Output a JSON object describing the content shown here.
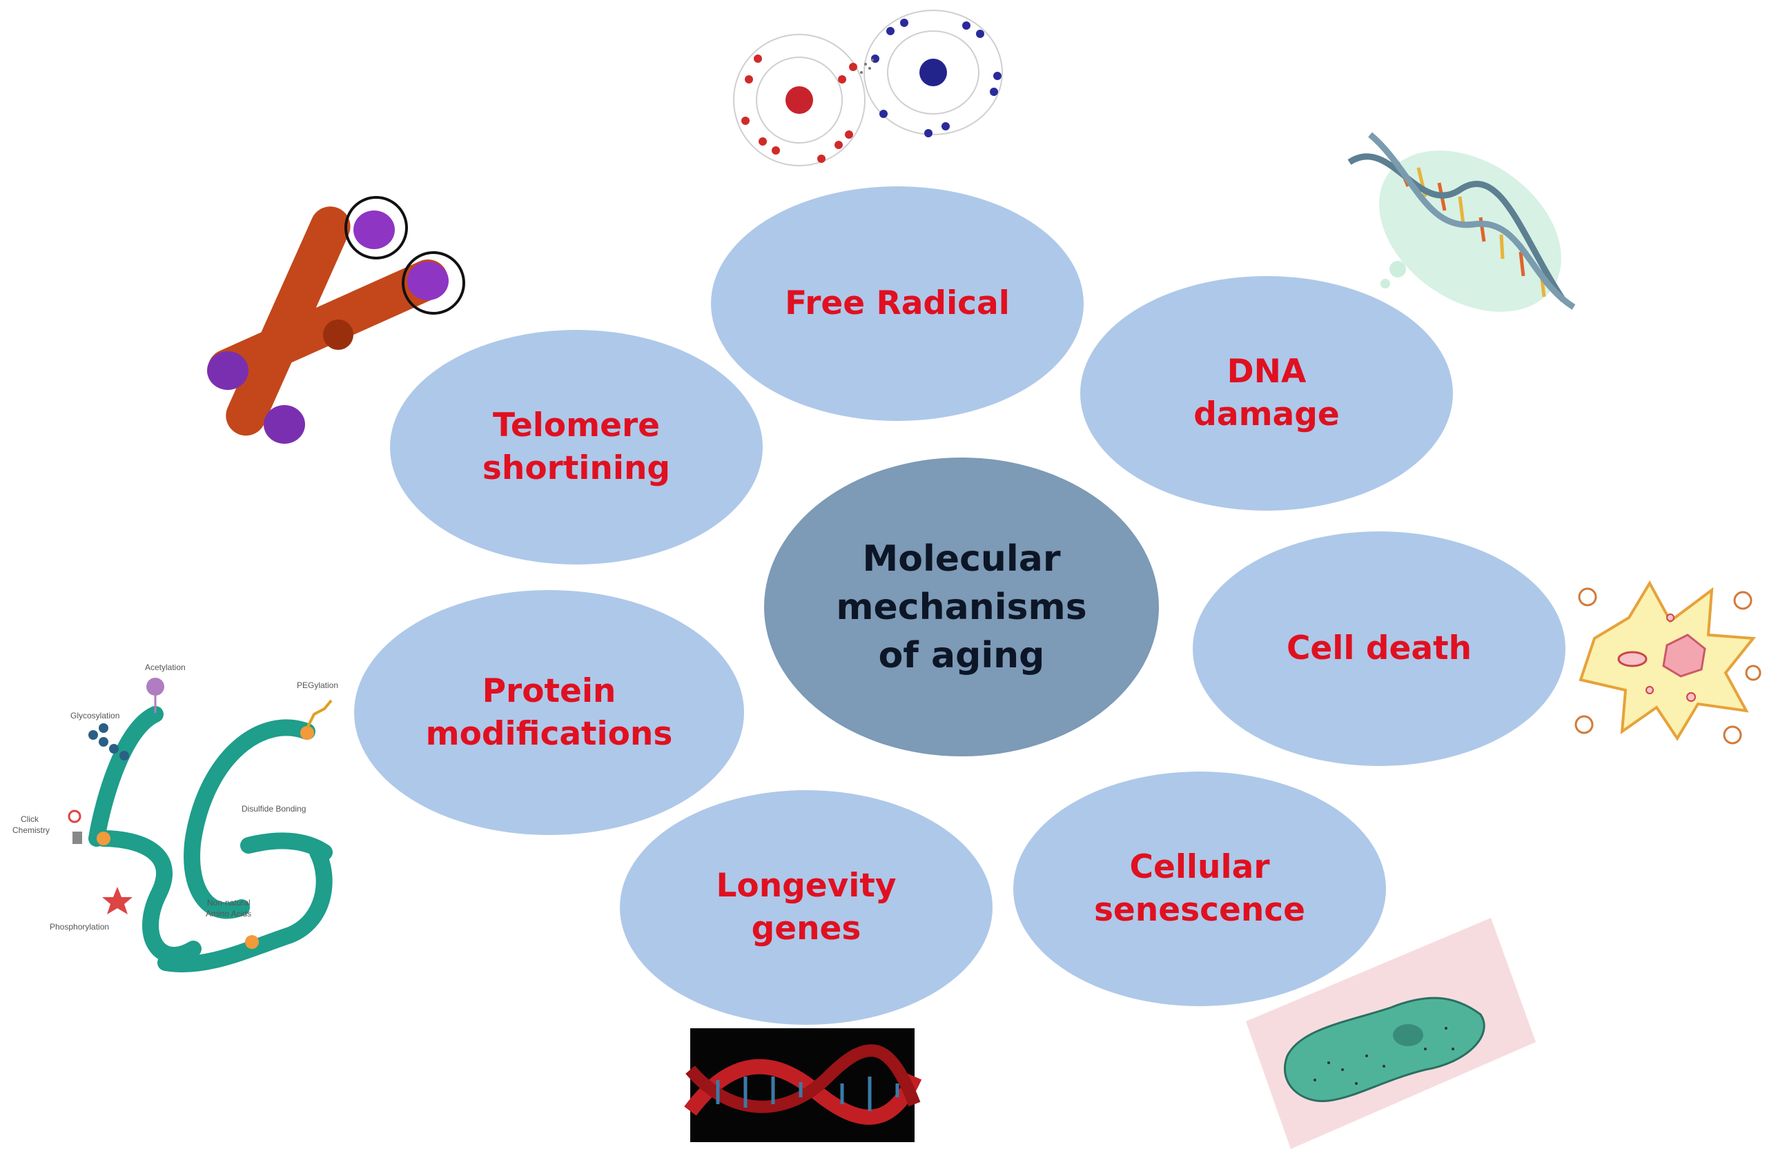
{
  "center": {
    "label": "Molecular\nmechanisms\nof aging",
    "color": "#7d9ab6"
  },
  "mechanisms": [
    {
      "id": "free-radical",
      "label": "Free Radical",
      "icon": "atoms-icon"
    },
    {
      "id": "dna-damage",
      "label": "DNA\ndamage",
      "icon": "dna-helix-icon"
    },
    {
      "id": "telomere-shortening",
      "label": "Telomere\nshortining",
      "icon": "chromosome-icon"
    },
    {
      "id": "cell-death",
      "label": "Cell death",
      "icon": "dying-cell-icon"
    },
    {
      "id": "protein-modifications",
      "label": "Protein\nmodifications",
      "icon": "protein-chain-icon"
    },
    {
      "id": "cellular-senescence",
      "label": "Cellular\nsenescence",
      "icon": "senescent-cell-icon"
    },
    {
      "id": "longevity-genes",
      "label": "Longevity\ngenes",
      "icon": "dna-render-icon"
    }
  ],
  "protein_annotations": {
    "acetylation": "Acetylation",
    "pegylation": "PEGylation",
    "glycosylation": "Glycosylation",
    "disulfide": "Disulfide Bonding",
    "click": "Click",
    "click2": "Chemistry",
    "nonnatural": "Non-natural",
    "nonnatural2": "Amino Acids",
    "phosphorylation": "Phosphorylation"
  },
  "colors": {
    "ellipse": "#aec8e9",
    "label": "#e01020",
    "center_text": "#0d1626"
  }
}
